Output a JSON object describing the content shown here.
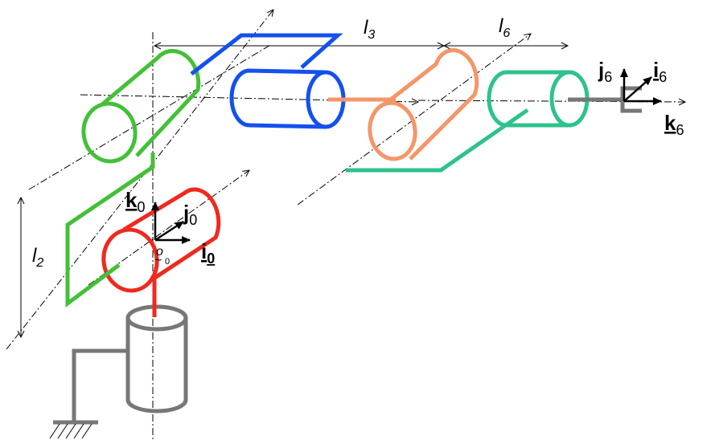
{
  "labels": {
    "l2": {
      "main": "l",
      "sub": "2"
    },
    "l3": {
      "main": "l",
      "sub": "3"
    },
    "l6": {
      "main": "l",
      "sub": "6"
    }
  },
  "frame0": {
    "k": {
      "main": "k",
      "sub": "0"
    },
    "j": {
      "main": "j",
      "sub": "0"
    },
    "i": {
      "main": "i",
      "sub": "0"
    },
    "origin": {
      "main": "o",
      "tilde": "~",
      "sub": "0"
    }
  },
  "frame6": {
    "j": {
      "main": "j",
      "sub": "6"
    },
    "i": {
      "main": "i",
      "sub": "6"
    },
    "k": {
      "main": "k",
      "sub": "6"
    }
  },
  "colors": {
    "base": "#777777",
    "link1": "#ee2a1e",
    "link2": "#44c038",
    "link3": "#1450ee",
    "link4": "#f4966a",
    "link5": "#2ec28c",
    "axis": "#000000"
  }
}
